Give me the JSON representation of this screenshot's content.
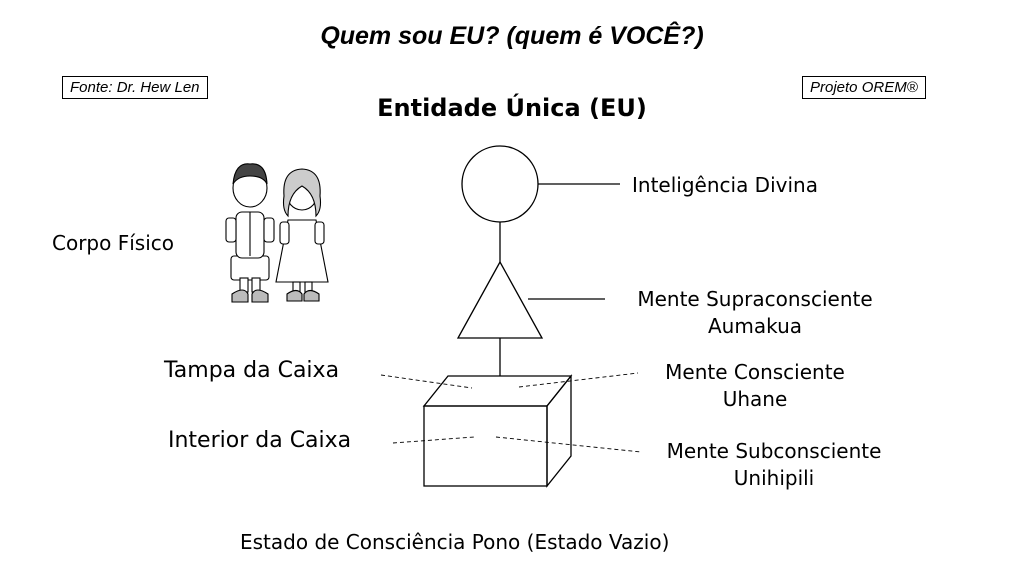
{
  "title": "Quem sou EU? (quem é VOCÊ?)",
  "source_box": "Fonte: Dr. Hew Len",
  "project_box": "Projeto OREM®",
  "subtitle": "Entidade Única (EU)",
  "labels": {
    "corpo_fisico": "Corpo Físico",
    "inteligencia_divina": "Inteligência Divina",
    "mente_supraconsciente": "Mente Supraconsciente",
    "aumakua": "Aumakua",
    "tampa_da_caixa": "Tampa da Caixa",
    "mente_consciente": "Mente Consciente",
    "uhane": "Uhane",
    "interior_da_caixa": "Interior da Caixa",
    "mente_subconsciente": "Mente Subconsciente",
    "unihipili": "Unihipili"
  },
  "footer": "Estado de Consciência Pono (Estado Vazio)"
}
